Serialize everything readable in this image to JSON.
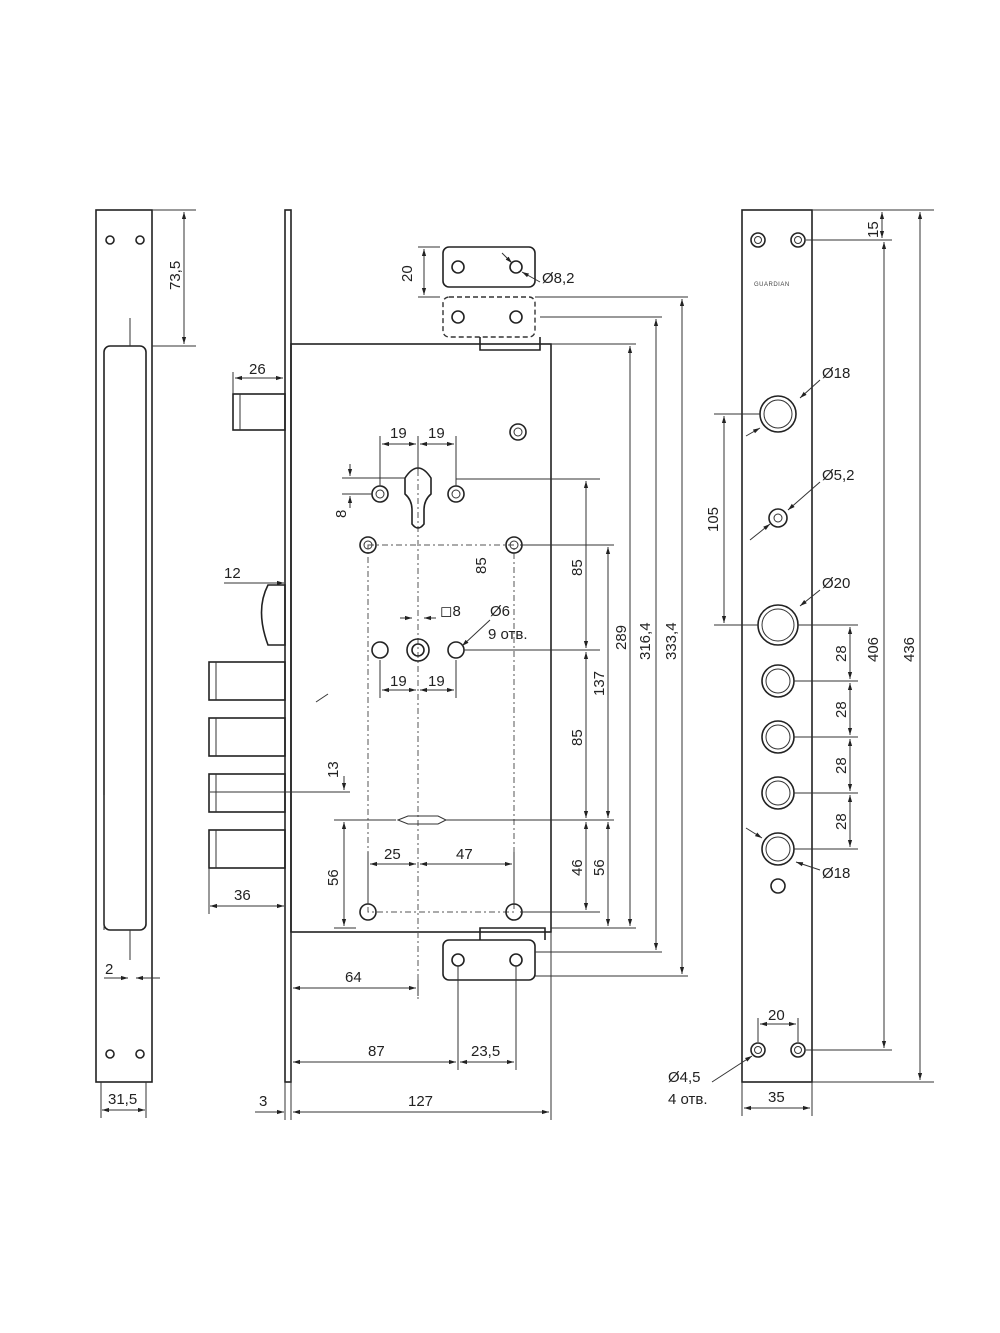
{
  "drawing": {
    "brand_mark": "GUARDIAN",
    "left_view": {
      "top_offset": "73,5",
      "width": "31,5",
      "gap": "2"
    },
    "front_view": {
      "bolt_depth": "26",
      "latch_offset": "12",
      "bolts_depth": "36",
      "faceplate_thickness": "3",
      "total_width": "127",
      "backset": "64",
      "lower_offset": "87",
      "strike_pitch": "23,5",
      "strike_height": "20",
      "strike_hole": "Ø8,2",
      "cyl_pitch_left": "19",
      "cyl_pitch_right": "19",
      "cyl_offset": "8",
      "spindle_pitch_left": "19",
      "spindle_pitch_right": "19",
      "spindle_square": "◻8",
      "mount_hole": "Ø6",
      "mount_hole_count": "9 отв.",
      "v85_a": "85",
      "v85_b": "85",
      "v85_c": "85",
      "v137": "137",
      "v289": "289",
      "v316": "316,4",
      "v333": "333,4",
      "v13": "13",
      "v56_left": "56",
      "v46": "46",
      "v56_right": "56",
      "h25": "25",
      "h47": "47"
    },
    "right_view": {
      "top_offset": "15",
      "hole1": "Ø18",
      "hole2": "Ø5,2",
      "hole3": "Ø20",
      "hole_last": "Ø18",
      "spacing": "105",
      "pitch1": "28",
      "pitch2": "28",
      "pitch3": "28",
      "pitch4": "28",
      "inner_length": "406",
      "total_length": "436",
      "bottom_pitch": "20",
      "screw_hole": "Ø4,5",
      "screw_count": "4 отв.",
      "width": "35"
    }
  }
}
